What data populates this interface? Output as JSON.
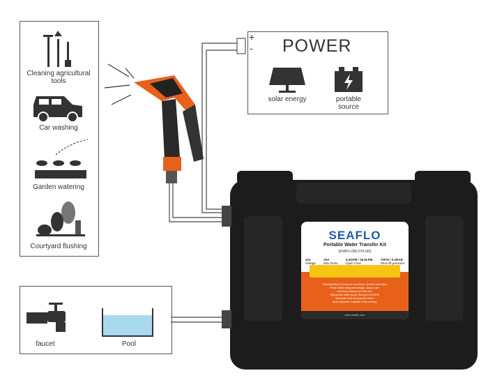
{
  "uses": [
    {
      "label": "Cleaning agricultural tools",
      "icon": "tools-icon"
    },
    {
      "label": "Car washing",
      "icon": "car-icon"
    },
    {
      "label": "Garden watering",
      "icon": "plants-icon"
    },
    {
      "label": "Courtyard flushing",
      "icon": "trees-icon"
    }
  ],
  "power": {
    "title": "POWER",
    "plus": "+",
    "minus": "-",
    "sources": [
      {
        "label": "solar energy"
      },
      {
        "label": "portable source"
      }
    ]
  },
  "water_sources": [
    {
      "label": "faucet"
    },
    {
      "label": "Pool"
    }
  ],
  "kit": {
    "brand": "SEAFLO",
    "title": "Portable Water Transfer Kit",
    "model": "SFWP1-050-070-56S",
    "specs": [
      {
        "value": "12V",
        "name": "Voltage"
      },
      {
        "value": "20A",
        "name": "Max Draw"
      },
      {
        "value": "5.0GPM / 18.9LPM",
        "name": "Open Flow"
      },
      {
        "value": "70PSI / 5.2BAR",
        "name": "Shut-off pressure"
      }
    ],
    "features": [
      "Standardization of external connectors, flexible collocation.",
      "Pump station integrated design, easy to use.",
      "Advanced waterproof outer box.",
      "High-power water pump, flow up to 5.0GPM.",
      "Automatic shut-off pressure switch.",
      "Quiet operation. Capable of dry running."
    ],
    "website": "www.seaflo.com",
    "colors": {
      "orange": "#e8611a",
      "yellow": "#f6c514",
      "blue": "#1e5aa8"
    }
  }
}
